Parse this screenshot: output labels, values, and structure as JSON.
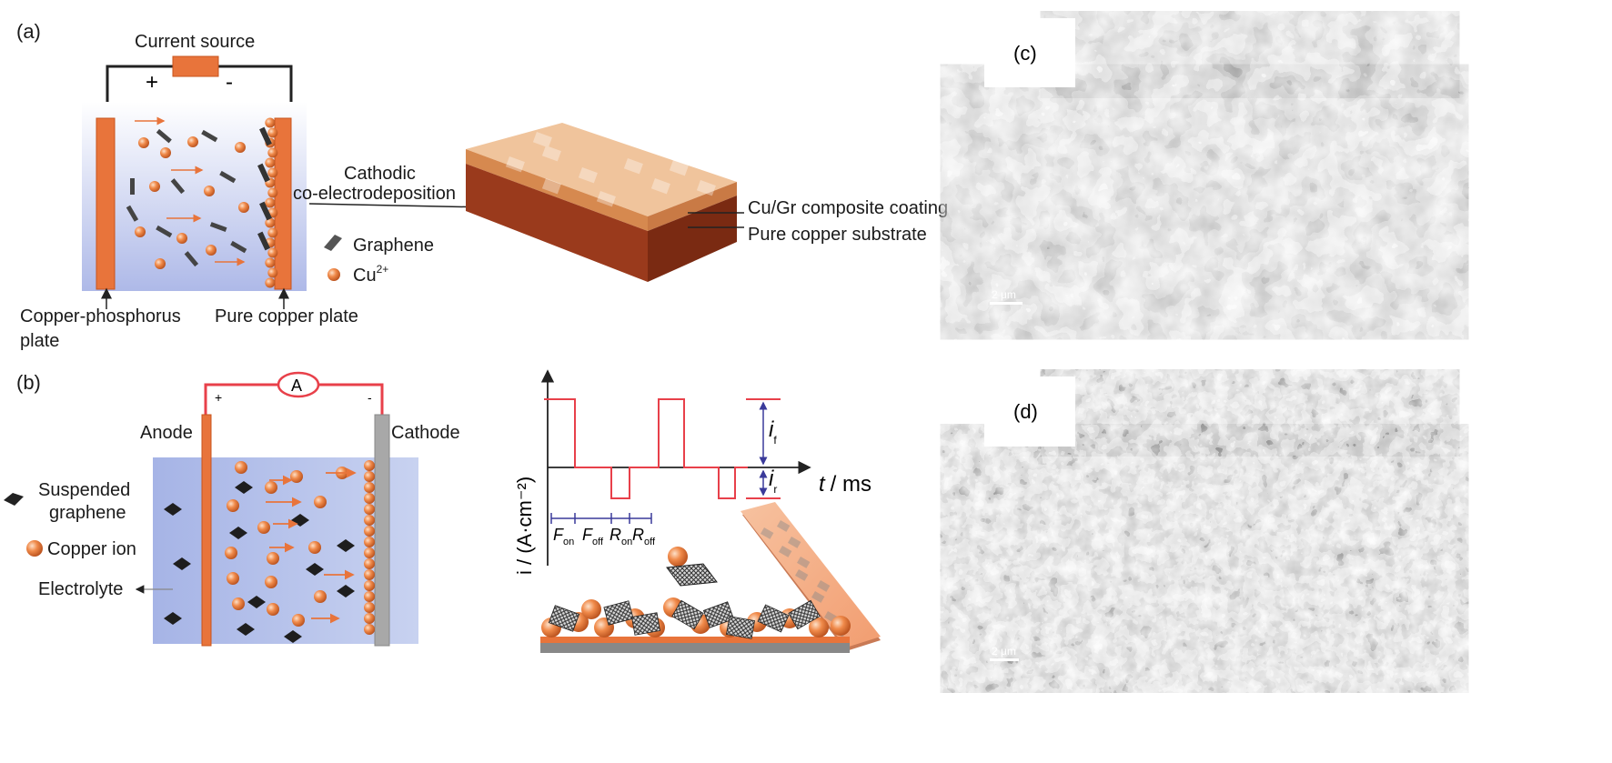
{
  "panels": {
    "a": "(a)",
    "b": "(b)",
    "c": "(c)",
    "d": "(d)"
  },
  "panel_a": {
    "current_source": "Current source",
    "plus": "+",
    "minus": "-",
    "process_line1": "Cathodic",
    "process_line2": "co-electrodeposition",
    "legend_graphene": "Graphene",
    "legend_cu_base": "Cu",
    "legend_cu_sup": "2+",
    "anode_line1": "Copper-phosphorus",
    "anode_line2": "plate",
    "cathode": "Pure copper plate",
    "coating": "Cu/Gr composite coating",
    "substrate": "Pure copper substrate"
  },
  "panel_b": {
    "ammeter": "A",
    "plus": "+",
    "minus": "-",
    "anode": "Anode",
    "cathode": "Cathode",
    "suspended_line1": "Suspended",
    "suspended_line2": "graphene",
    "copper_ion": "Copper ion",
    "electrolyte": "Electrolyte",
    "y_axis": "i / (A·cm⁻²)",
    "x_axis_t": "t",
    "x_axis_unit": "/ ms",
    "i_f_base": "i",
    "i_f_sub": "f",
    "i_r_base": "i",
    "i_r_sub": "r",
    "f_on": "F",
    "f_on_sub": "on",
    "f_off": "F",
    "f_off_sub": "off",
    "r_on": "R",
    "r_on_sub": "on",
    "r_off": "R",
    "r_off_sub": "off"
  },
  "panel_c": {
    "scale": "2 μm"
  },
  "panel_d": {
    "scale": "2 μm"
  },
  "colors": {
    "copper": "#e8743b",
    "copper_dark": "#c9541d",
    "electrolyte": "#b5c3e8",
    "wire": "#222222",
    "pulse": "#e8404a",
    "arrow_blue": "#3a3a9a"
  }
}
